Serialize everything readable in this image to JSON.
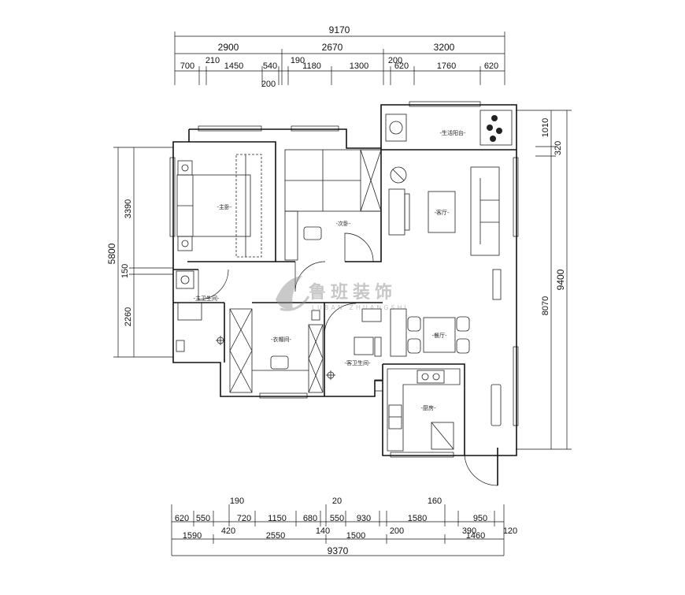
{
  "dimensions": {
    "top_total": "9170",
    "top_mid": [
      "2900",
      "2670",
      "3200"
    ],
    "top_small": [
      "700",
      "210",
      "1450",
      "540",
      "190",
      "1180",
      "1300",
      "200",
      "620",
      "1760",
      "620"
    ],
    "top_small_below": "200",
    "bottom_top": [
      "190",
      "20",
      "160"
    ],
    "bottom_small": [
      "620",
      "550",
      "420",
      "720",
      "1150",
      "680",
      "140",
      "550",
      "930",
      "200",
      "1580",
      "390",
      "950",
      "120"
    ],
    "bottom_mid": [
      "1590",
      "2550",
      "1500",
      "1460"
    ],
    "bottom_total": "9370",
    "left_outer": "5800",
    "left_inner": [
      "3390",
      "150",
      "2260"
    ],
    "right_outer": "9400",
    "right_inner": [
      "1010",
      "320",
      "8070"
    ]
  },
  "rooms": {
    "balcony": "-生活阳台-",
    "master_bedroom": "-主卧-",
    "second_bedroom": "-次卧-",
    "living_room": "-客厅-",
    "master_bath": "-主卫生间-",
    "cloakroom": "-衣帽间-",
    "guest_bath": "-客卫生间-",
    "dining": "-餐厅-",
    "kitchen": "-厨房-"
  },
  "watermark": {
    "title": "鲁班装饰",
    "pinyin": "LUBAN ZHUANGSHI"
  }
}
